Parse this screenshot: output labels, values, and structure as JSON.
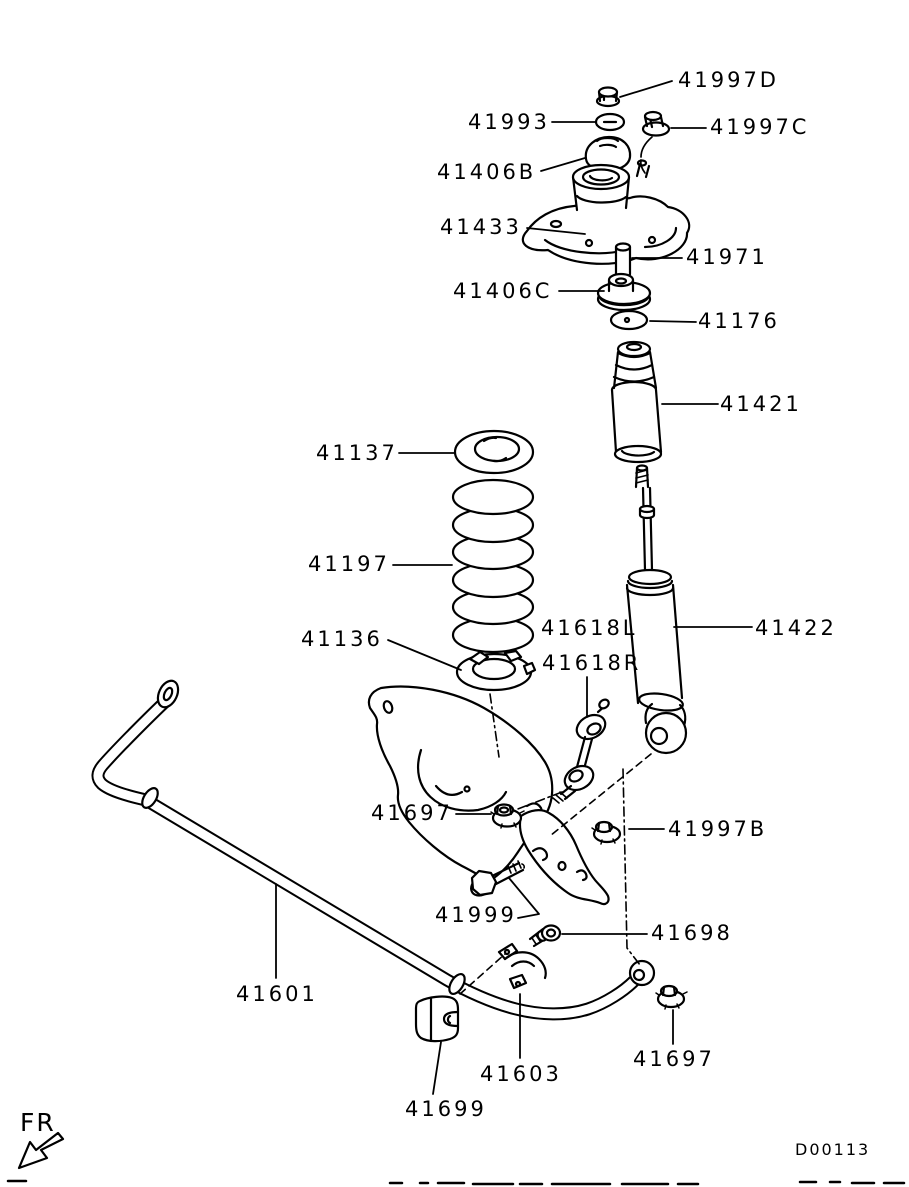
{
  "colors": {
    "line": "#000000",
    "background": "#ffffff"
  },
  "labels": {
    "p41997D": "41997D",
    "p41993": "41993",
    "p41997C": "41997C",
    "p41406B": "41406B",
    "p41433": "41433",
    "p41971": "41971",
    "p41406C": "41406C",
    "p41176": "41176",
    "p41421": "41421",
    "p41137": "41137",
    "p41197": "41197",
    "p41136": "41136",
    "p41618L": "41618L",
    "p41618R": "41618R",
    "p41422": "41422",
    "p41697_arm": "41697",
    "p41997B": "41997B",
    "p41999": "41999",
    "p41698": "41698",
    "p41601": "41601",
    "p41603": "41603",
    "p41699": "41699",
    "p41697_bar": "41697"
  },
  "footer": {
    "direction": "FR",
    "code": "D00113"
  }
}
